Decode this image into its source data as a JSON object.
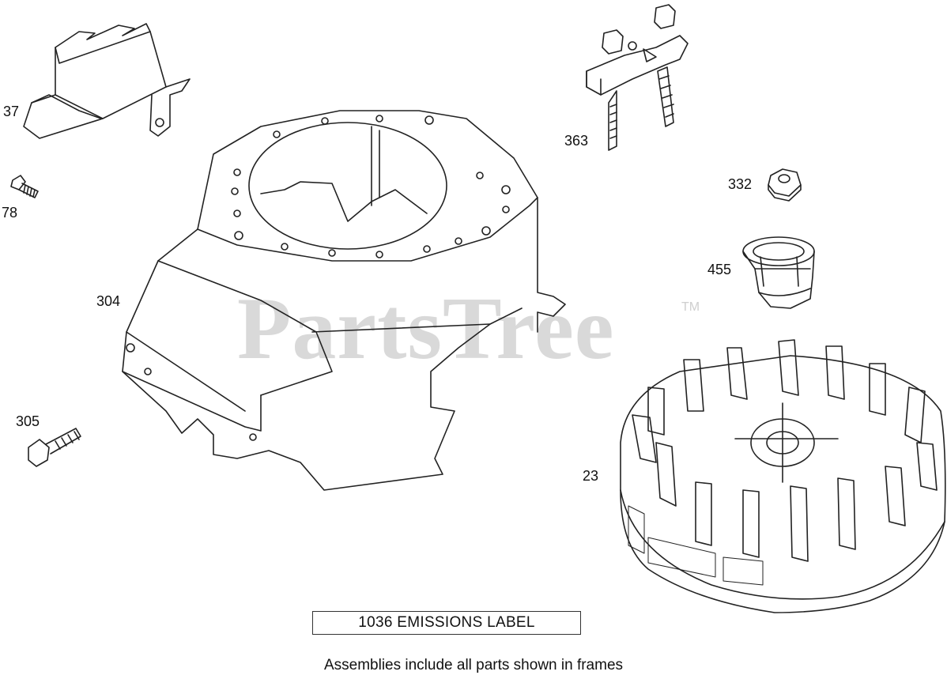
{
  "callouts": {
    "p37": "37",
    "p78": "78",
    "p304": "304",
    "p305": "305",
    "p363": "363",
    "p332": "332",
    "p455": "455",
    "p23": "23"
  },
  "frame_label": "1036 EMISSIONS LABEL",
  "footer": "Assemblies include all parts shown in frames",
  "watermark": {
    "text": "PartsTree",
    "tm": "TM"
  },
  "colors": {
    "line": "#222222",
    "watermark": "#d9d9d9",
    "background": "#ffffff"
  }
}
